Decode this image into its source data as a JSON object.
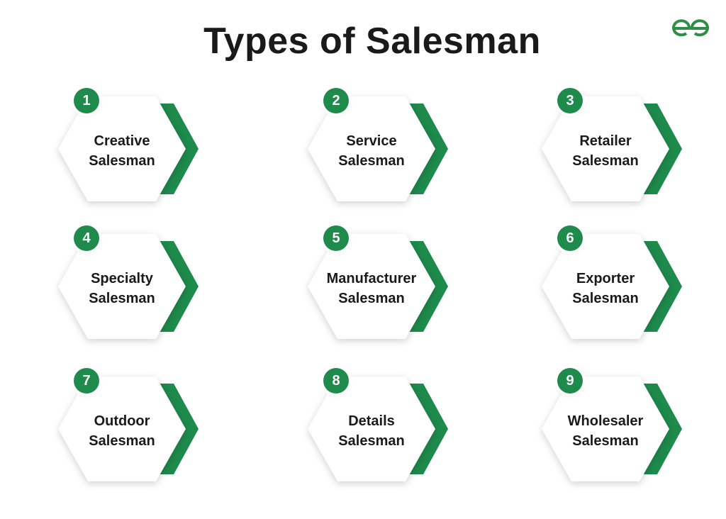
{
  "title": "Types of Salesman",
  "brand": {
    "logo": "gfg-logo-icon",
    "color": "#2f8d46"
  },
  "colors": {
    "accent": "#1e8a4c",
    "chevron": "#1e8a4c",
    "hex_fill": "#ffffff",
    "text": "#1a1a1a"
  },
  "items": [
    {
      "number": "1",
      "line1": "Creative",
      "line2": "Salesman"
    },
    {
      "number": "2",
      "line1": "Service",
      "line2": "Salesman"
    },
    {
      "number": "3",
      "line1": "Retailer",
      "line2": "Salesman"
    },
    {
      "number": "4",
      "line1": "Specialty",
      "line2": "Salesman"
    },
    {
      "number": "5",
      "line1": "Manufacturer",
      "line2": "Salesman"
    },
    {
      "number": "6",
      "line1": "Exporter",
      "line2": "Salesman"
    },
    {
      "number": "7",
      "line1": "Outdoor",
      "line2": "Salesman"
    },
    {
      "number": "8",
      "line1": "Details",
      "line2": "Salesman"
    },
    {
      "number": "9",
      "line1": "Wholesaler",
      "line2": "Salesman"
    }
  ]
}
